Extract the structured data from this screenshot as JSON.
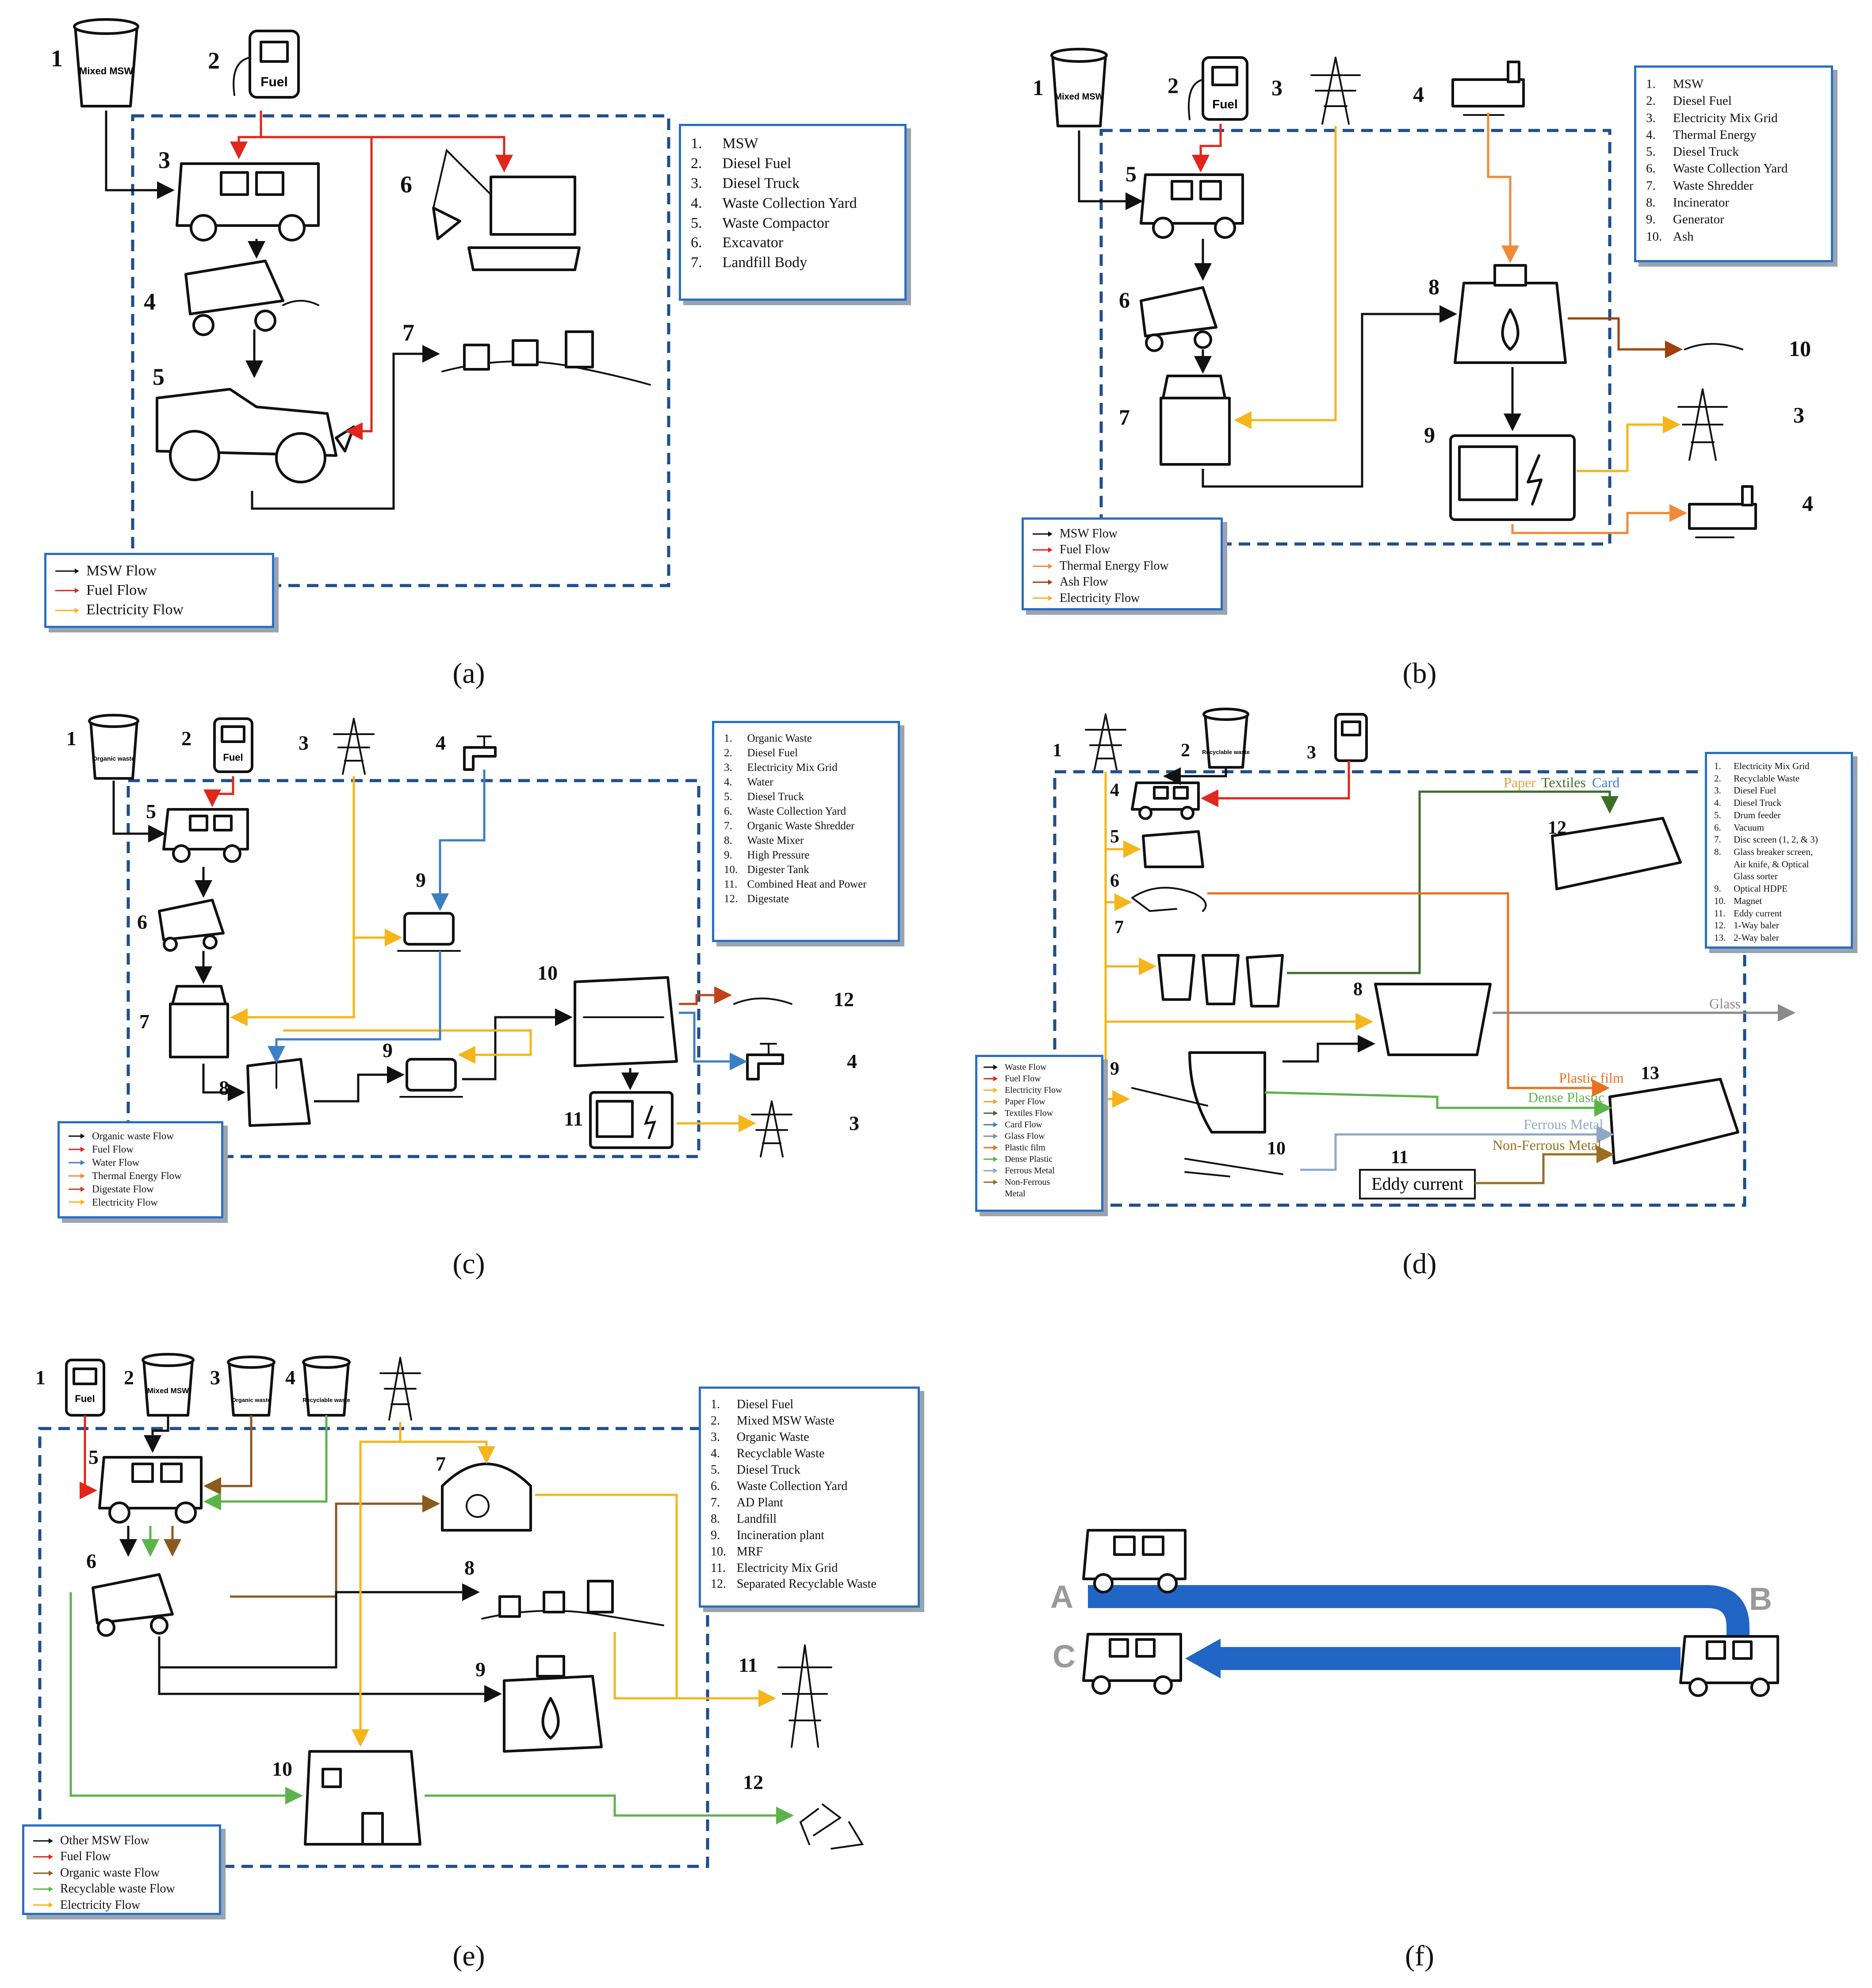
{
  "captions": [
    "(a)",
    "(b)",
    "(c)",
    "(d)",
    "(e)",
    "(f)"
  ],
  "colors": {
    "msw": "#111111",
    "fuel": "#e0261d",
    "electricity": "#f5b51b",
    "thermal": "#f08a3a",
    "ash": "#a0410d",
    "water": "#3b7fc4",
    "digestate": "#c0421a",
    "paper": "#e8a33a",
    "textiles": "#3f6e2a",
    "card": "#3b7fc4",
    "glass": "#8a8a8a",
    "plastic_film": "#e8701e",
    "dense_plastic": "#5cb34a",
    "ferrous": "#8fa8c8",
    "nonferrous": "#9a6d1e",
    "organic": "#8b5a1e",
    "recyclable": "#5cb34a",
    "box_border": "#2a6fc4",
    "dash_border": "#1f4e8c",
    "route": "#2166c4"
  },
  "icon_labels": {
    "mixed_msw": "Mixed MSW",
    "fuel": "Fuel",
    "organic_waste": "Organic waste",
    "recyclable_waste": "Recyclable waste"
  },
  "panel_a": {
    "numbers": [
      "1",
      "2",
      "3",
      "4",
      "5",
      "6",
      "7"
    ],
    "legend": [
      {
        "num": "1.",
        "text": "MSW"
      },
      {
        "num": "2.",
        "text": "Diesel Fuel"
      },
      {
        "num": "3.",
        "text": "Diesel Truck"
      },
      {
        "num": "4.",
        "text": "Waste Collection Yard"
      },
      {
        "num": "5.",
        "text": "Waste Compactor"
      },
      {
        "num": "6.",
        "text": "Excavator"
      },
      {
        "num": "7.",
        "text": "Landfill Body"
      }
    ],
    "flows": [
      {
        "label": "MSW Flow",
        "color_key": "msw"
      },
      {
        "label": "Fuel Flow",
        "color_key": "fuel"
      },
      {
        "label": "Electricity Flow",
        "color_key": "electricity"
      }
    ]
  },
  "panel_b": {
    "numbers": [
      "1",
      "2",
      "3",
      "4",
      "5",
      "6",
      "7",
      "8",
      "9",
      "10",
      "3",
      "4"
    ],
    "legend": [
      {
        "num": "1.",
        "text": "MSW"
      },
      {
        "num": "2.",
        "text": "Diesel Fuel"
      },
      {
        "num": "3.",
        "text": "Electricity Mix Grid"
      },
      {
        "num": "4.",
        "text": "Thermal Energy"
      },
      {
        "num": "5.",
        "text": "Diesel Truck"
      },
      {
        "num": "6.",
        "text": "Waste Collection Yard"
      },
      {
        "num": "7.",
        "text": "Waste Shredder"
      },
      {
        "num": "8.",
        "text": "Incinerator"
      },
      {
        "num": "9.",
        "text": "Generator"
      },
      {
        "num": "10.",
        "text": "Ash"
      }
    ],
    "flows": [
      {
        "label": "MSW Flow",
        "color_key": "msw"
      },
      {
        "label": "Fuel Flow",
        "color_key": "fuel"
      },
      {
        "label": "Thermal Energy Flow",
        "color_key": "thermal"
      },
      {
        "label": "Ash Flow",
        "color_key": "ash"
      },
      {
        "label": "Electricity Flow",
        "color_key": "electricity"
      }
    ]
  },
  "panel_c": {
    "numbers": [
      "1",
      "2",
      "3",
      "4",
      "5",
      "6",
      "7",
      "8",
      "9",
      "9",
      "10",
      "11",
      "12",
      "4",
      "3"
    ],
    "legend": [
      {
        "num": "1.",
        "text": "Organic Waste"
      },
      {
        "num": "2.",
        "text": "Diesel Fuel"
      },
      {
        "num": "3.",
        "text": "Electricity Mix Grid"
      },
      {
        "num": "4.",
        "text": "Water"
      },
      {
        "num": "5.",
        "text": "Diesel Truck"
      },
      {
        "num": "6.",
        "text": "Waste Collection Yard"
      },
      {
        "num": "7.",
        "text": "Organic Waste Shredder"
      },
      {
        "num": "8.",
        "text": "Waste Mixer"
      },
      {
        "num": "9.",
        "text": "High Pressure"
      },
      {
        "num": "10.",
        "text": "Digester Tank"
      },
      {
        "num": "11.",
        "text": "Combined Heat and Power"
      },
      {
        "num": "12.",
        "text": "Digestate"
      }
    ],
    "flows": [
      {
        "label": "Organic waste Flow",
        "color_key": "msw"
      },
      {
        "label": "Fuel Flow",
        "color_key": "fuel"
      },
      {
        "label": "Water Flow",
        "color_key": "water"
      },
      {
        "label": "Thermal Energy Flow",
        "color_key": "thermal"
      },
      {
        "label": "Digestate Flow",
        "color_key": "digestate"
      },
      {
        "label": "Electricity Flow",
        "color_key": "electricity"
      }
    ]
  },
  "panel_d": {
    "numbers": [
      "1",
      "2",
      "3",
      "4",
      "5",
      "6",
      "7",
      "8",
      "9",
      "10",
      "11",
      "12",
      "13"
    ],
    "legend": [
      {
        "num": "1.",
        "text": "Electricity Mix Grid"
      },
      {
        "num": "2.",
        "text": "Recyclable Waste"
      },
      {
        "num": "3.",
        "text": "Diesel Fuel"
      },
      {
        "num": "4.",
        "text": "Diesel Truck"
      },
      {
        "num": "5.",
        "text": "Drum feeder"
      },
      {
        "num": "6.",
        "text": "Vacuum"
      },
      {
        "num": "7.",
        "text": "Disc screen (1, 2, & 3)"
      },
      {
        "num": "8.",
        "text": "Glass breaker screen,"
      },
      {
        "num": "",
        "text": "Air knife, & Optical"
      },
      {
        "num": "",
        "text": "Glass sorter"
      },
      {
        "num": "9.",
        "text": "Optical HDPE"
      },
      {
        "num": "10.",
        "text": "Magnet"
      },
      {
        "num": "11.",
        "text": "Eddy current"
      },
      {
        "num": "12.",
        "text": "1-Way baler"
      },
      {
        "num": "13.",
        "text": "2-Way baler"
      }
    ],
    "flows": [
      {
        "label": "Waste Flow",
        "color_key": "msw"
      },
      {
        "label": "Fuel Flow",
        "color_key": "fuel"
      },
      {
        "label": "Electricity Flow",
        "color_key": "electricity"
      },
      {
        "label": "Paper Flow",
        "color_key": "paper"
      },
      {
        "label": "Textiles Flow",
        "color_key": "textiles"
      },
      {
        "label": "Card Flow",
        "color_key": "card"
      },
      {
        "label": "Glass Flow",
        "color_key": "glass"
      },
      {
        "label": "Plastic film",
        "color_key": "plastic_film"
      },
      {
        "label": "Dense Plastic",
        "color_key": "dense_plastic"
      },
      {
        "label": "Ferrous Metal",
        "color_key": "ferrous"
      },
      {
        "label": "Non-Ferrous",
        "color_key": "nonferrous"
      },
      {
        "label": "Metal",
        "color_key": ""
      }
    ],
    "stream_labels": {
      "paper": "Paper",
      "textiles": "Textiles",
      "card": "Card",
      "glass": "Glass",
      "plastic_film": "Plastic film",
      "dense_plastic": "Dense Plastic",
      "ferrous": "Ferrous Metal",
      "nonferrous": "Non-Ferrous Metal",
      "eddy": "Eddy current"
    }
  },
  "panel_e": {
    "numbers": [
      "1",
      "2",
      "3",
      "4",
      "5",
      "6",
      "7",
      "8",
      "9",
      "10",
      "11",
      "12"
    ],
    "legend": [
      {
        "num": "1.",
        "text": "Diesel Fuel"
      },
      {
        "num": "2.",
        "text": "Mixed MSW Waste"
      },
      {
        "num": "3.",
        "text": "Organic Waste"
      },
      {
        "num": "4.",
        "text": "Recyclable Waste"
      },
      {
        "num": "5.",
        "text": "Diesel Truck"
      },
      {
        "num": "6.",
        "text": "Waste Collection Yard"
      },
      {
        "num": "7.",
        "text": "AD Plant"
      },
      {
        "num": "8.",
        "text": "Landfill"
      },
      {
        "num": "9.",
        "text": "Incineration plant"
      },
      {
        "num": "10.",
        "text": "MRF"
      },
      {
        "num": "11.",
        "text": "Electricity Mix Grid"
      },
      {
        "num": "12.",
        "text": "Separated Recyclable Waste"
      }
    ],
    "flows": [
      {
        "label": "Other MSW Flow",
        "color_key": "msw"
      },
      {
        "label": "Fuel Flow",
        "color_key": "fuel"
      },
      {
        "label": "Organic waste Flow",
        "color_key": "organic"
      },
      {
        "label": "Recyclable waste Flow",
        "color_key": "recyclable"
      },
      {
        "label": "Electricity Flow",
        "color_key": "electricity"
      }
    ]
  },
  "panel_f": {
    "points": [
      "A",
      "B",
      "C"
    ]
  }
}
